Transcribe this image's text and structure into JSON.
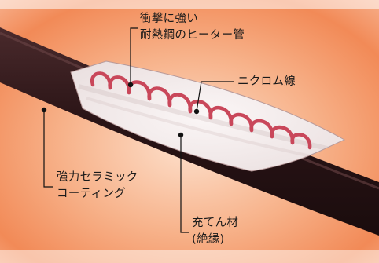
{
  "diagram": {
    "labels": {
      "impact_resistant_tube": {
        "line1": "衝撃に強い",
        "line2": "耐熱鋼のヒーター管"
      },
      "nichrome_wire": {
        "text": "ニクロム線"
      },
      "ceramic_coating": {
        "line1": "強力セラミック",
        "line2": "コーティング"
      },
      "filler": {
        "line1": "充てん材",
        "line2": "(絶縁)"
      }
    },
    "colors": {
      "background_edge": "#ffffff",
      "background_warm": "#f28a57",
      "background_glow": "#fde0cc",
      "tube_body": "#2a1416",
      "tube_highlight": "#4a2a2c",
      "cutaway_interior": "#f5eeee",
      "coil": "#c9475a",
      "leader_line": "#111111"
    },
    "icons": [
      "heater-tube-cross-section",
      "nichrome-coil",
      "leader-dot"
    ]
  }
}
